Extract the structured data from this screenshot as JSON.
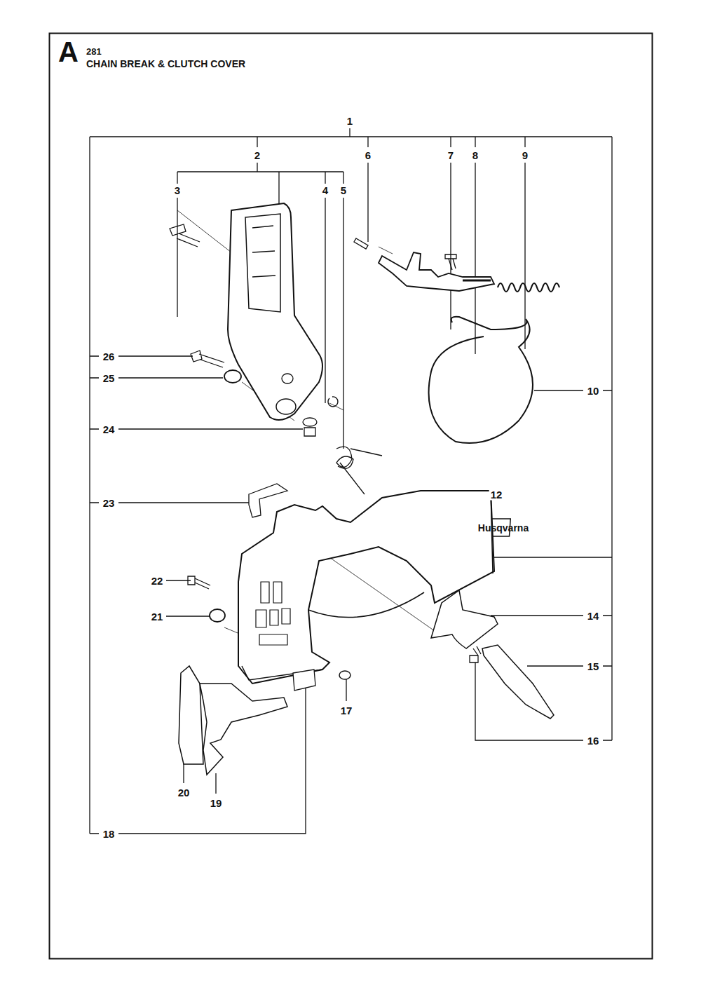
{
  "diagram": {
    "title": "CHAIN BREAK & CLUTCH COVER",
    "labels": [
      "A",
      "281",
      "1",
      "2",
      "3",
      "4",
      "5",
      "6",
      "7",
      "8",
      "9",
      "10",
      "12",
      "14",
      "15",
      "16",
      "17",
      "18",
      "19",
      "20",
      "21",
      "22",
      "23",
      "24",
      "25",
      "26",
      "Husqvarna"
    ]
  }
}
